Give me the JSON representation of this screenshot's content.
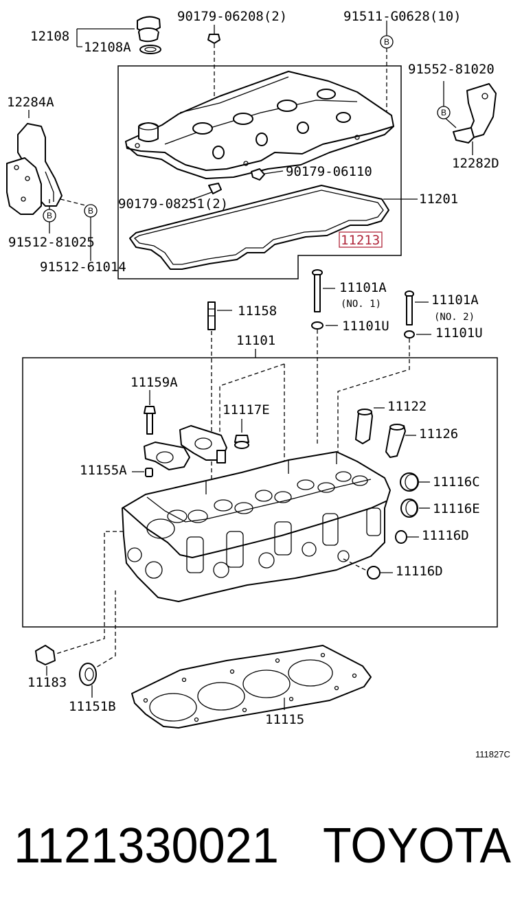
{
  "labels": {
    "p12108": "12108",
    "p12108A": "12108A",
    "p90179_06208": "90179-06208(2)",
    "p91511_G0628": "91511-G0628(10)",
    "p91552_81020": "91552-81020",
    "p12284A": "12284A",
    "p12282D": "12282D",
    "p90179_06110": "90179-06110",
    "p90179_08251": "90179-08251(2)",
    "p11201": "11201",
    "p11213": "11213",
    "p91512_81025": "91512-81025",
    "p91512_61014": "91512-61014",
    "p11101A_1": "11101A",
    "p11101A_1_note": "(NO. 1)",
    "p11158": "11158",
    "p11101U_1": "11101U",
    "p11101A_2": "11101A",
    "p11101A_2_note": "(NO. 2)",
    "p11101U_2": "11101U",
    "p11101": "11101",
    "p11159A": "11159A",
    "p11117E": "11117E",
    "p11122": "11122",
    "p11126": "11126",
    "p11155A": "11155A",
    "p11116C": "11116C",
    "p11116E": "11116E",
    "p11116D_1": "11116D",
    "p11116D_2": "11116D",
    "p11183": "11183",
    "p11151B": "11151B",
    "p11115": "11115"
  },
  "bolt_marker": "B",
  "diagram_code": "111827C",
  "footer": {
    "part_number": "1121330021",
    "brand": "TOYOTA"
  },
  "highlight_color": "#b0263a"
}
